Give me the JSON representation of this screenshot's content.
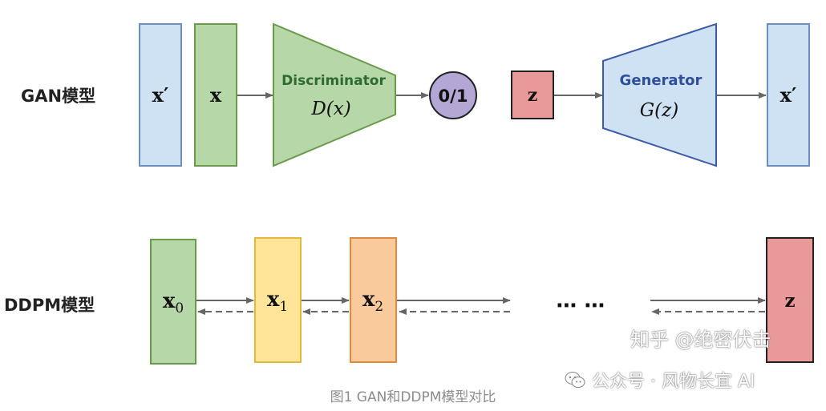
{
  "gan": {
    "label": "GAN模型",
    "x_prime_left": "x′",
    "x": "x",
    "discriminator_title": "Discriminator",
    "discriminator_func": "D(x)",
    "output": "0/1",
    "z": "z",
    "generator_title": "Generator",
    "generator_func": "G(z)",
    "x_prime_right": "x′"
  },
  "ddpm": {
    "label": "DDPM模型",
    "x0_base": "x",
    "x0_sub": "0",
    "x1_base": "x",
    "x1_sub": "1",
    "x2_base": "x",
    "x2_sub": "2",
    "ellipsis": "⋯ ⋯",
    "z": "z"
  },
  "caption": "图1 GAN和DDPM模型对比",
  "watermarks": {
    "zhihu": "知乎 @绝密伏击",
    "wechat": "公众号 · 风物长宜 AI",
    "wechat_icon": "wechat-icon"
  },
  "colors": {
    "blue_fill": "#cfe2f3",
    "blue_stroke": "#6c8ebf",
    "green_fill": "#b6d7a8",
    "green_stroke": "#6a9a4a",
    "purple_fill": "#b4a7d6",
    "red_fill": "#ea9999",
    "red_stroke": "#222222",
    "yellow_fill": "#ffe599",
    "yellow_stroke": "#e6b83a",
    "orange_fill": "#f9cb9c",
    "orange_stroke": "#e08a3c"
  }
}
